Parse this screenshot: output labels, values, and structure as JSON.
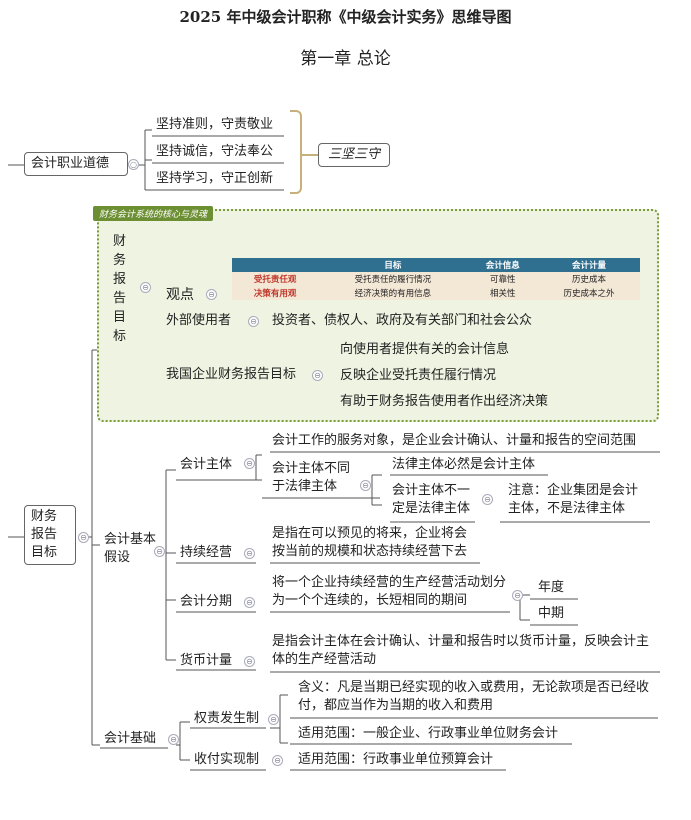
{
  "title": "2025 年中级会计职称《中级会计实务》思维导图",
  "chapter": "第一章  总论",
  "ethics": {
    "root": "会计职业道德",
    "items": [
      "坚持准则，守责敬业",
      "坚持诚信，守法奉公",
      "坚持学习，守正创新"
    ],
    "summary": "三坚三守"
  },
  "green_tag": "财务会计系统的核心与灵魂",
  "report_goal": {
    "vertical_label": "财务报告目标",
    "viewpoint": "观点",
    "table": {
      "headers": [
        "",
        "目标",
        "会计信息",
        "会计计量"
      ],
      "rows": [
        [
          "受托责任观",
          "受托责任的履行情况",
          "可靠性",
          "历史成本"
        ],
        [
          "决策有用观",
          "经济决策的有用信息",
          "相关性",
          "历史成本之外"
        ]
      ]
    },
    "external_users": "外部使用者",
    "external_users_detail": "投资者、债权人、政府及有关部门和社会公众",
    "china_goal": "我国企业财务报告目标",
    "china_items": [
      "向使用者提供有关的会计信息",
      "反映企业受托责任履行情况",
      "有助于财务报告使用者作出经济决策"
    ]
  },
  "main_root": "财务报告目标",
  "assumptions": {
    "label": "会计基本假设",
    "entity": {
      "label": "会计主体",
      "definition": "会计工作的服务对象，是企业会计确认、计量和报告的空间范围",
      "diff_label": "会计主体不同于法律主体",
      "legal_is_entity": "法律主体必然是会计主体",
      "entity_not_legal": "会计主体不一定是法律主体",
      "note": "注意：企业集团是会计主体，不是法律主体"
    },
    "going_concern": {
      "label": "持续经营",
      "detail": "是指在可以预见的将来，企业将会按当前的规模和状态持续经营下去"
    },
    "periods": {
      "label": "会计分期",
      "detail": "将一个企业持续经营的生产经营活动划分为一个个连续的，长短相同的期间",
      "annual": "年度",
      "interim": "中期"
    },
    "money": {
      "label": "货币计量",
      "detail": "是指会计主体在会计确认、计量和报告时以货币计量，反映会计主体的生产经营活动"
    }
  },
  "basis": {
    "label": "会计基础",
    "accrual": {
      "label": "权责发生制",
      "meaning": "含义：凡是当期已经实现的收入或费用，无论款项是否已经收付，都应当作为当期的收入和费用",
      "scope": "适用范围：一般企业、行政事业单位财务会计"
    },
    "cash": {
      "label": "收付实现制",
      "scope": "适用范围：行政事业单位预算会计"
    }
  }
}
